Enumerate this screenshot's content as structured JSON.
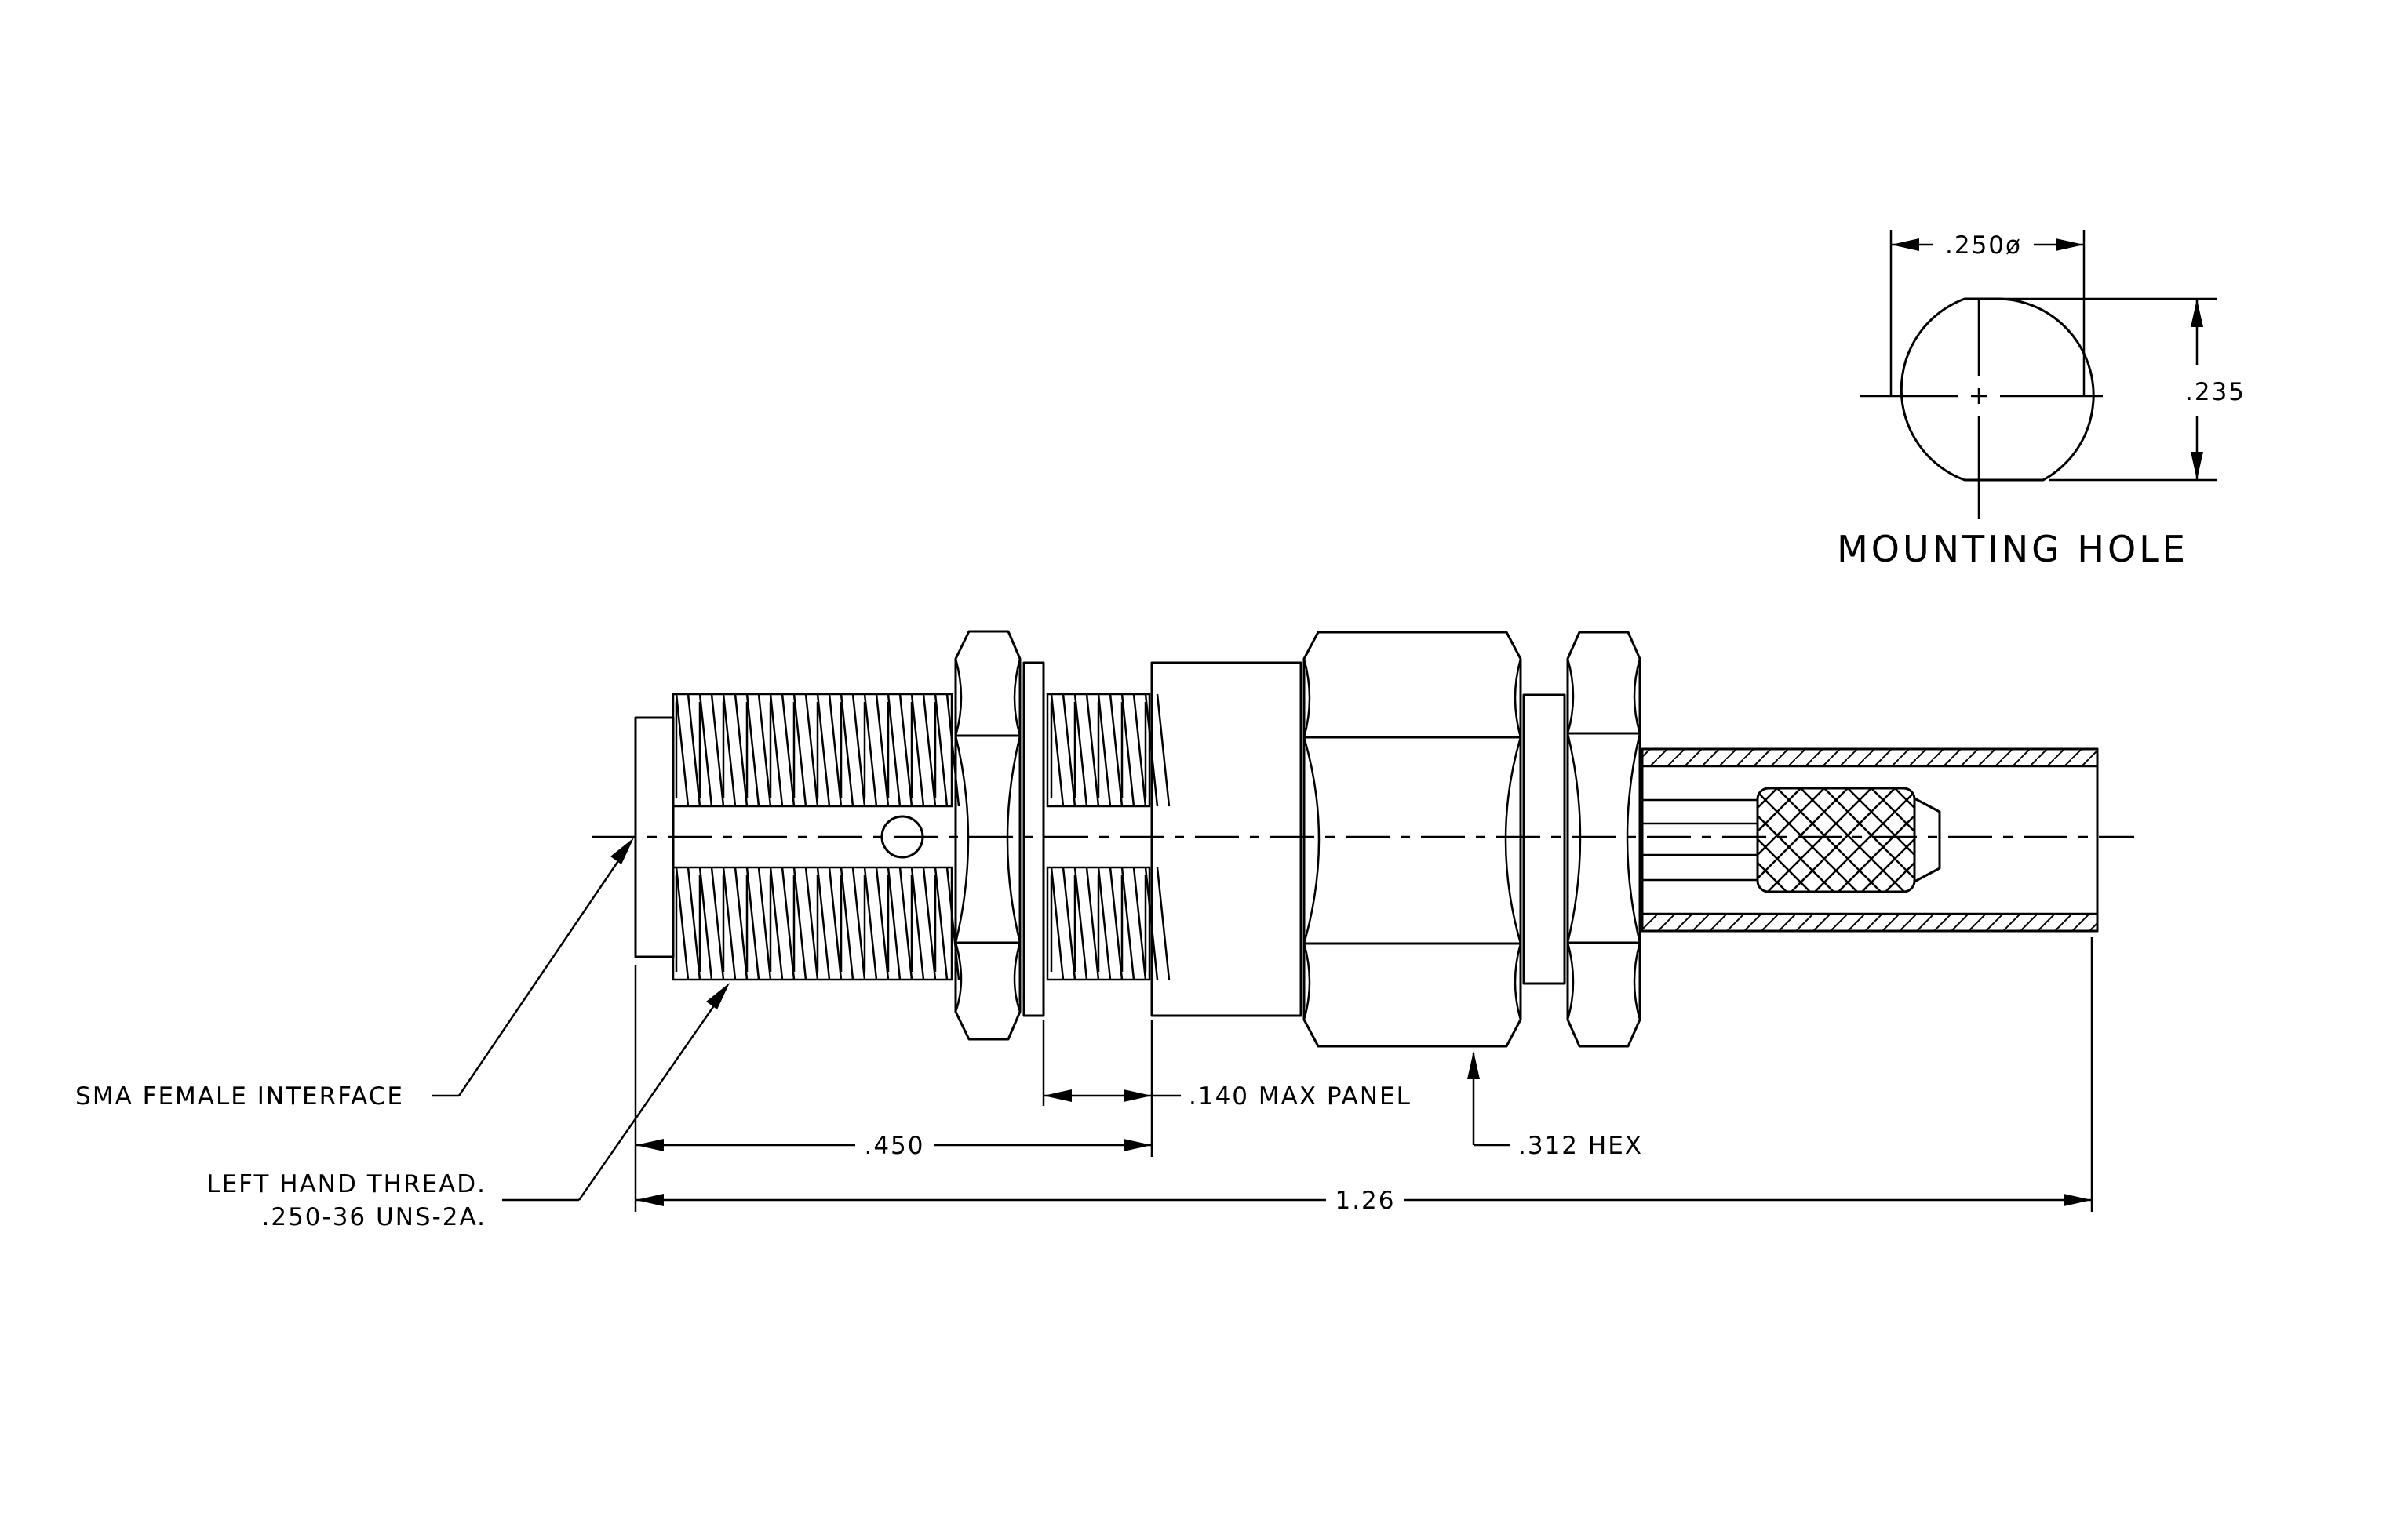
{
  "labels": {
    "mounting_hole_title": "MOUNTING HOLE",
    "hole_diameter": ".250ø",
    "hole_flat": ".235",
    "interface": "SMA FEMALE INTERFACE",
    "thread_line1": "LEFT HAND THREAD.",
    "thread_line2": ".250-36 UNS-2A.",
    "panel": ".140 MAX PANEL",
    "hex": ".312 HEX",
    "length_450": ".450",
    "length_126": "1.26"
  }
}
